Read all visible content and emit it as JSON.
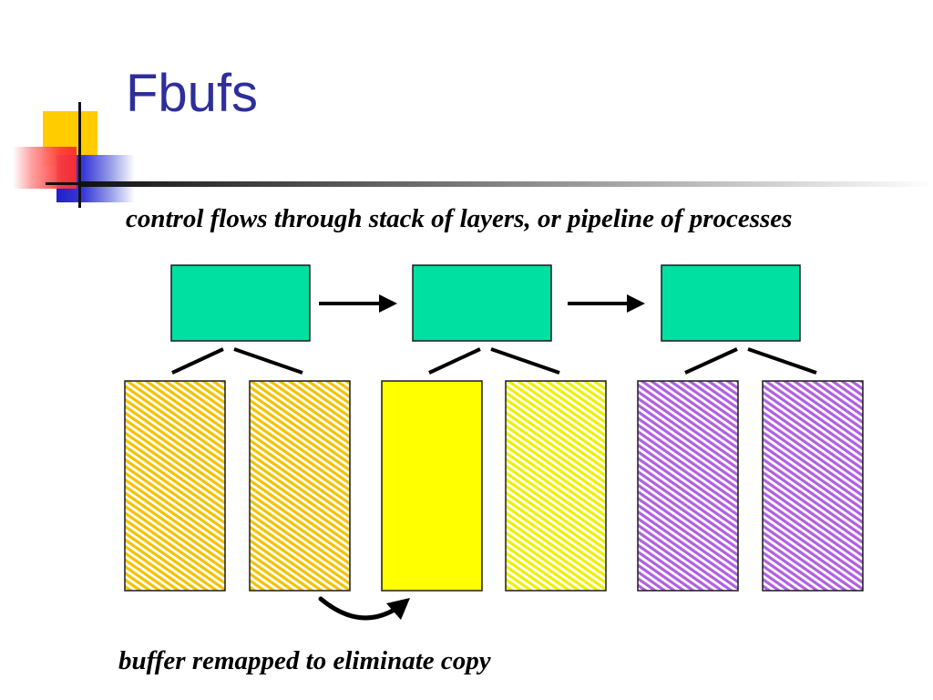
{
  "slide": {
    "title": "Fbufs",
    "subtitle": "control flows through stack of layers, or pipeline of processes",
    "caption": "buffer remapped to eliminate copy"
  },
  "colors": {
    "title_text": "#2E2E9B",
    "process_box_fill": "#00E0A0",
    "buffer_orange_stripe": "#F2C200",
    "buffer_yellow_stripe": "#EEF000",
    "buffer_yellow_solid": "#FFFF00",
    "buffer_purple_stripe": "#B060E0",
    "logo_yellow": "#FFCC00",
    "logo_red": "#FF2A2A",
    "logo_blue": "#2020C8"
  },
  "diagram": {
    "processes": [
      {
        "name": "process-box-1",
        "fill": "process_box_fill"
      },
      {
        "name": "process-box-2",
        "fill": "process_box_fill"
      },
      {
        "name": "process-box-3",
        "fill": "process_box_fill"
      }
    ],
    "buffers": [
      {
        "name": "buffer-1",
        "style": "hatched",
        "color": "buffer_orange_stripe",
        "process": 1
      },
      {
        "name": "buffer-2",
        "style": "hatched",
        "color": "buffer_orange_stripe",
        "process": 1
      },
      {
        "name": "buffer-3",
        "style": "solid",
        "color": "buffer_yellow_solid",
        "process": 2
      },
      {
        "name": "buffer-4",
        "style": "hatched",
        "color": "buffer_yellow_stripe",
        "process": 2
      },
      {
        "name": "buffer-5",
        "style": "hatched",
        "color": "buffer_purple_stripe",
        "process": 3
      },
      {
        "name": "buffer-6",
        "style": "hatched",
        "color": "buffer_purple_stripe",
        "process": 3
      }
    ],
    "flow_arrows": [
      "process-box-1 -> process-box-2",
      "process-box-2 -> process-box-3"
    ],
    "remap_arrow": "buffer-2 -> buffer-3"
  }
}
